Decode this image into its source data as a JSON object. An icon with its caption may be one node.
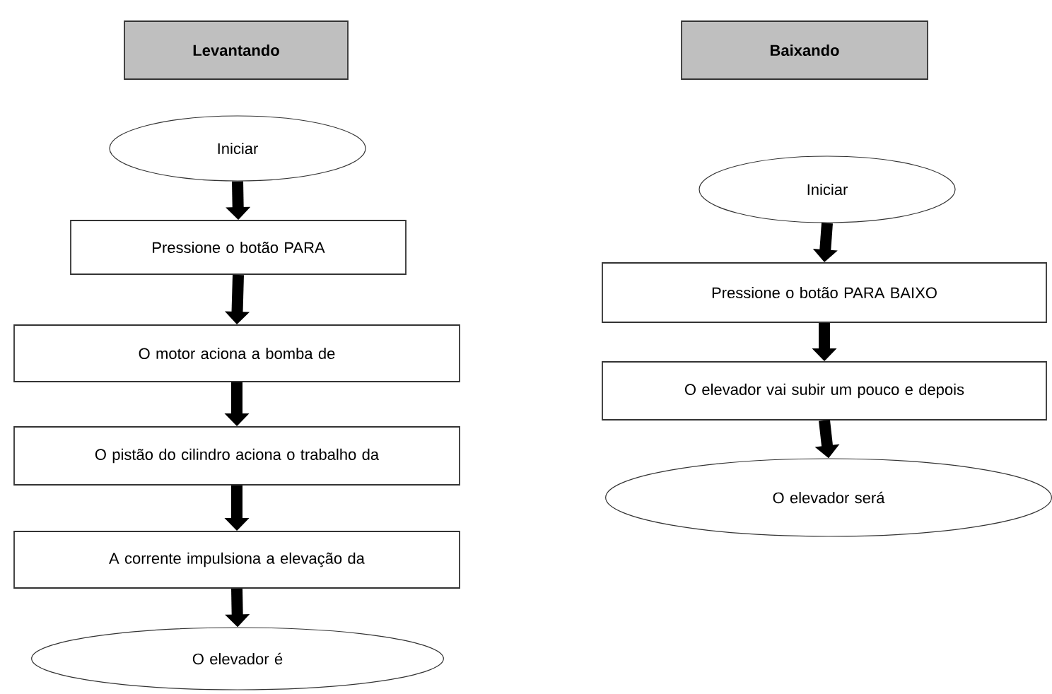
{
  "diagram": {
    "nodes": [
      {
        "text": [
          "Levantando"
        ]
      },
      {
        "text": [
          "Iniciar"
        ]
      },
      {
        "text": [
          "Pressione o botão PARA"
        ]
      },
      {
        "text": [
          "O motor aciona a bomba de"
        ]
      },
      {
        "text": [
          "O pistão do cilindro aciona o trabalho da"
        ]
      },
      {
        "text": [
          "A corrente impulsiona a elevação da"
        ]
      },
      {
        "text": [
          "O elevador é"
        ]
      },
      {
        "text": [
          "Baixando"
        ]
      },
      {
        "text": [
          "Iniciar"
        ]
      },
      {
        "text": [
          "Pressione o botão PARA BAIXO"
        ]
      },
      {
        "text": [
          "O elevador vai subir um pouco e depois"
        ]
      },
      {
        "text": [
          "O elevador será"
        ]
      }
    ],
    "edges": [
      {
        "from": 1,
        "to": 2,
        "arrow": "to"
      },
      {
        "from": 2,
        "to": 3,
        "arrow": "to"
      },
      {
        "from": 3,
        "to": 4,
        "arrow": "to"
      },
      {
        "from": 4,
        "to": 5,
        "arrow": "to"
      },
      {
        "from": 5,
        "to": 6,
        "arrow": "to"
      },
      {
        "from": 8,
        "to": 9,
        "arrow": "to"
      },
      {
        "from": 9,
        "to": 10,
        "arrow": "to"
      },
      {
        "from": 10,
        "to": 11,
        "arrow": "to"
      }
    ]
  }
}
